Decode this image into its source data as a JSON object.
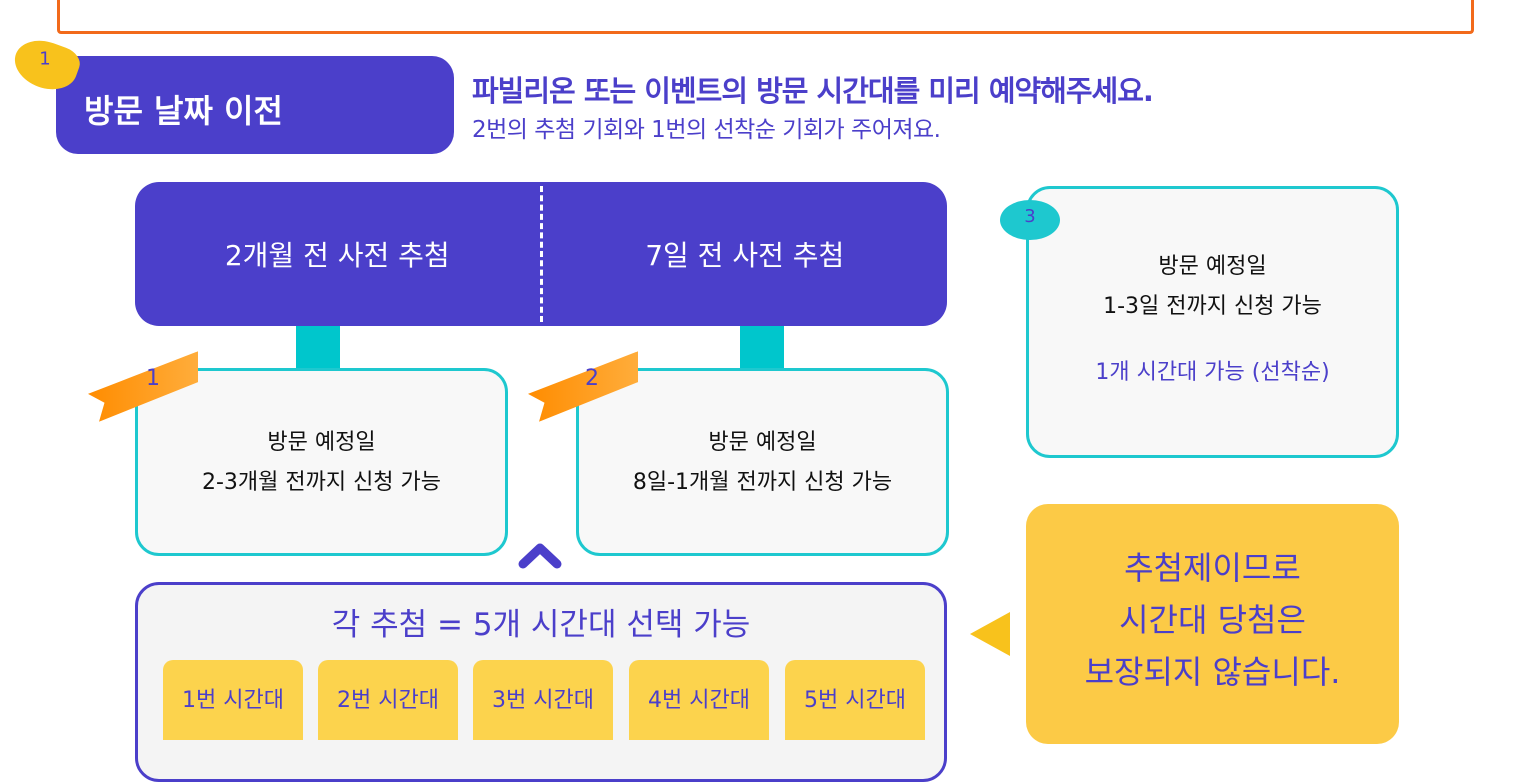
{
  "step": {
    "number": "1",
    "title": "방문 날짜 이전"
  },
  "heading": {
    "line1": "파빌리온 또는 이벤트의 방문 시간대를 미리 예약해주세요.",
    "line2": "2번의 추첨 기회와 1번의 선착순 기회가 주어져요."
  },
  "lottery": {
    "left": "2개월 전 사전 추첨",
    "right": "7일 전 사전 추첨"
  },
  "cards": [
    {
      "number": "1",
      "line1": "방문 예정일",
      "line2": "2-3개월 전까지 신청 가능"
    },
    {
      "number": "2",
      "line1": "방문 예정일",
      "line2": "8일-1개월 전까지 신청 가능"
    }
  ],
  "first_come": {
    "number": "3",
    "line1": "방문 예정일",
    "line2": "1-3일 전까지 신청 가능",
    "note": "1개 시간대 가능 (선착순)"
  },
  "selection": {
    "title": "각 추첨 = 5개 시간대 선택 가능",
    "slots": [
      "1번 시간대",
      "2번 시간대",
      "3번 시간대",
      "4번 시간대",
      "5번 시간대"
    ]
  },
  "warning": {
    "line1": "추첨제이므로",
    "line2": "시간대 당첨은",
    "line3": "보장되지 않습니다."
  },
  "colors": {
    "primary": "#4b3fca",
    "teal": "#1ec8cf",
    "yellow": "#fcca46",
    "orange": "#f26a1b"
  }
}
